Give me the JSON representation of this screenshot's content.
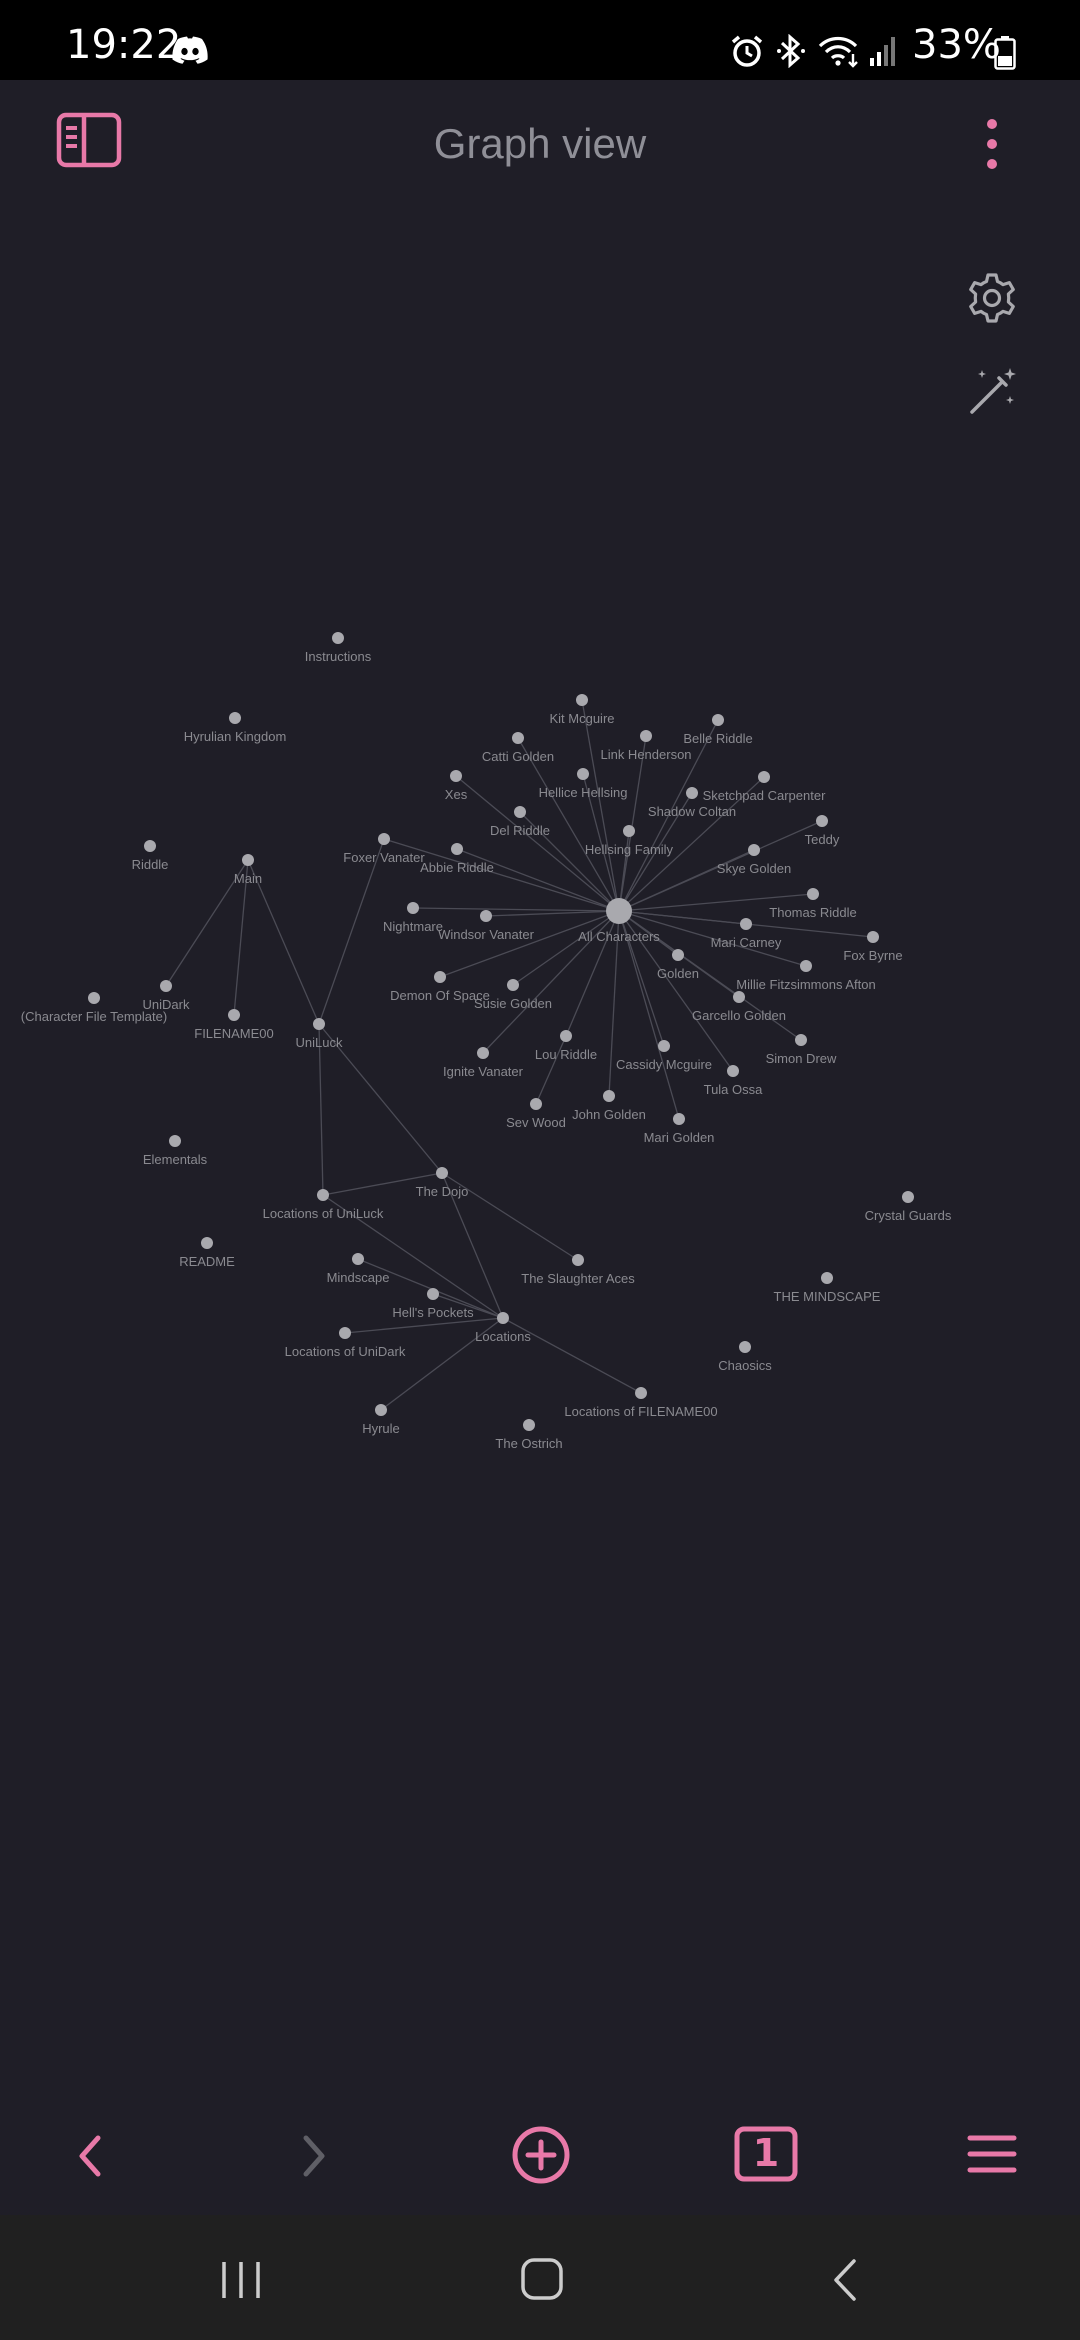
{
  "status_bar": {
    "time": "19:22",
    "battery_percent": "33%",
    "icons": [
      "discord-icon",
      "alarm-icon",
      "bluetooth-icon",
      "wifi-icon",
      "signal-icon",
      "battery-icon"
    ]
  },
  "header": {
    "title": "Graph view",
    "left_icon": "sidebar-toggle-icon",
    "right_icon": "more-vertical-icon"
  },
  "side_tools": [
    {
      "name": "settings-icon"
    },
    {
      "name": "magic-wand-icon"
    }
  ],
  "colors": {
    "accent": "#e879a8",
    "background": "#1f1e27",
    "node": "#a9a9ae",
    "edge": "#4b4b55",
    "label": "#8a8a90"
  },
  "graph": {
    "nodes": [
      {
        "id": "instructions",
        "label": "Instructions"
      },
      {
        "id": "hyrulian",
        "label": "Hyrulian Kingdom"
      },
      {
        "id": "riddle",
        "label": "Riddle"
      },
      {
        "id": "main",
        "label": "Main"
      },
      {
        "id": "cft",
        "label": "(Character File Template)"
      },
      {
        "id": "unidark",
        "label": "UniDark"
      },
      {
        "id": "filename00",
        "label": "FILENAME00"
      },
      {
        "id": "uniluck",
        "label": "UniLuck"
      },
      {
        "id": "elementals",
        "label": "Elementals"
      },
      {
        "id": "readme",
        "label": "README"
      },
      {
        "id": "kitmcguire",
        "label": "Kit Mcguire"
      },
      {
        "id": "cattigolden",
        "label": "Catti Golden"
      },
      {
        "id": "linkhenderson",
        "label": "Link Henderson"
      },
      {
        "id": "belleriddle",
        "label": "Belle Riddle"
      },
      {
        "id": "xes",
        "label": "Xes"
      },
      {
        "id": "hellicehellsing",
        "label": "Hellice Hellsing"
      },
      {
        "id": "sketchpad",
        "label": "Sketchpad Carpenter"
      },
      {
        "id": "shadowcoltan",
        "label": "Shadow Coltan"
      },
      {
        "id": "delriddle",
        "label": "Del Riddle"
      },
      {
        "id": "teddy",
        "label": "Teddy"
      },
      {
        "id": "foxervanater",
        "label": "Foxer Vanater"
      },
      {
        "id": "abbieriddle",
        "label": "Abbie Riddle"
      },
      {
        "id": "hellsingfamily",
        "label": "Hellsing Family"
      },
      {
        "id": "skyegolden",
        "label": "Skye Golden"
      },
      {
        "id": "thomasriddle",
        "label": "Thomas Riddle"
      },
      {
        "id": "nightmare",
        "label": "Nightmare"
      },
      {
        "id": "windsorvanater",
        "label": "Windsor Vanater"
      },
      {
        "id": "allchars",
        "label": "All Characters"
      },
      {
        "id": "maricarney",
        "label": "Mari Carney"
      },
      {
        "id": "foxbyrne",
        "label": "Fox Byrne"
      },
      {
        "id": "golden",
        "label": "Golden"
      },
      {
        "id": "millie",
        "label": "Millie Fitzsimmons Afton"
      },
      {
        "id": "demonofspace",
        "label": "Demon Of Space"
      },
      {
        "id": "susiegolden",
        "label": "Susie Golden"
      },
      {
        "id": "garcello",
        "label": "Garcello Golden"
      },
      {
        "id": "louriddle",
        "label": "Lou Riddle"
      },
      {
        "id": "simondrew",
        "label": "Simon Drew"
      },
      {
        "id": "ignitevanater",
        "label": "Ignite Vanater"
      },
      {
        "id": "cassidy",
        "label": "Cassidy Mcguire"
      },
      {
        "id": "tulaossa",
        "label": "Tula Ossa"
      },
      {
        "id": "sevwood",
        "label": "Sev Wood"
      },
      {
        "id": "johngolden",
        "label": "John Golden"
      },
      {
        "id": "marigolden",
        "label": "Mari Golden"
      },
      {
        "id": "thedojo",
        "label": "The Dojo"
      },
      {
        "id": "locuniluck",
        "label": "Locations of UniLuck"
      },
      {
        "id": "crystalguards",
        "label": "Crystal Guards"
      },
      {
        "id": "mindscape",
        "label": "Mindscape"
      },
      {
        "id": "slaughteraces",
        "label": "The Slaughter Aces"
      },
      {
        "id": "themindscape",
        "label": "THE MINDSCAPE"
      },
      {
        "id": "hellspockets",
        "label": "Hell's Pockets"
      },
      {
        "id": "locations",
        "label": "Locations"
      },
      {
        "id": "locunidark",
        "label": "Locations of UniDark"
      },
      {
        "id": "chaosics",
        "label": "Chaosics"
      },
      {
        "id": "locfilename",
        "label": "Locations of FILENAME00"
      },
      {
        "id": "hyrule",
        "label": "Hyrule"
      },
      {
        "id": "theostrich",
        "label": "The Ostrich"
      }
    ],
    "edges": [
      [
        "allchars",
        "kitmcguire"
      ],
      [
        "allchars",
        "cattigolden"
      ],
      [
        "allchars",
        "linkhenderson"
      ],
      [
        "allchars",
        "belleriddle"
      ],
      [
        "allchars",
        "xes"
      ],
      [
        "allchars",
        "hellicehellsing"
      ],
      [
        "allchars",
        "sketchpad"
      ],
      [
        "allchars",
        "shadowcoltan"
      ],
      [
        "allchars",
        "delriddle"
      ],
      [
        "allchars",
        "teddy"
      ],
      [
        "allchars",
        "foxervanater"
      ],
      [
        "allchars",
        "abbieriddle"
      ],
      [
        "allchars",
        "hellsingfamily"
      ],
      [
        "allchars",
        "skyegolden"
      ],
      [
        "allchars",
        "thomasriddle"
      ],
      [
        "allchars",
        "nightmare"
      ],
      [
        "allchars",
        "windsorvanater"
      ],
      [
        "allchars",
        "maricarney"
      ],
      [
        "allchars",
        "foxbyrne"
      ],
      [
        "allchars",
        "golden"
      ],
      [
        "allchars",
        "millie"
      ],
      [
        "allchars",
        "demonofspace"
      ],
      [
        "allchars",
        "susiegolden"
      ],
      [
        "allchars",
        "garcello"
      ],
      [
        "allchars",
        "louriddle"
      ],
      [
        "allchars",
        "simondrew"
      ],
      [
        "allchars",
        "ignitevanater"
      ],
      [
        "allchars",
        "cassidy"
      ],
      [
        "allchars",
        "tulaossa"
      ],
      [
        "allchars",
        "johngolden"
      ],
      [
        "allchars",
        "marigolden"
      ],
      [
        "louriddle",
        "sevwood"
      ],
      [
        "main",
        "unidark"
      ],
      [
        "main",
        "filename00"
      ],
      [
        "main",
        "uniluck"
      ],
      [
        "foxervanater",
        "uniluck"
      ],
      [
        "uniluck",
        "locuniluck"
      ],
      [
        "uniluck",
        "thedojo"
      ],
      [
        "locuniluck",
        "thedojo"
      ],
      [
        "locuniluck",
        "locations"
      ],
      [
        "thedojo",
        "slaughteraces"
      ],
      [
        "thedojo",
        "locations"
      ],
      [
        "mindscape",
        "locations"
      ],
      [
        "hellspockets",
        "locations"
      ],
      [
        "locunidark",
        "locations"
      ],
      [
        "locations",
        "locfilename"
      ],
      [
        "locations",
        "hyrule"
      ]
    ]
  },
  "toolbar": {
    "back_icon": "chevron-left-icon",
    "forward_icon": "chevron-right-icon",
    "new_icon": "plus-circle-icon",
    "tab_count": "1",
    "menu_icon": "hamburger-menu-icon"
  },
  "nav_bar": {
    "recents_icon": "recents-icon",
    "home_icon": "home-icon",
    "back_icon": "back-icon"
  }
}
